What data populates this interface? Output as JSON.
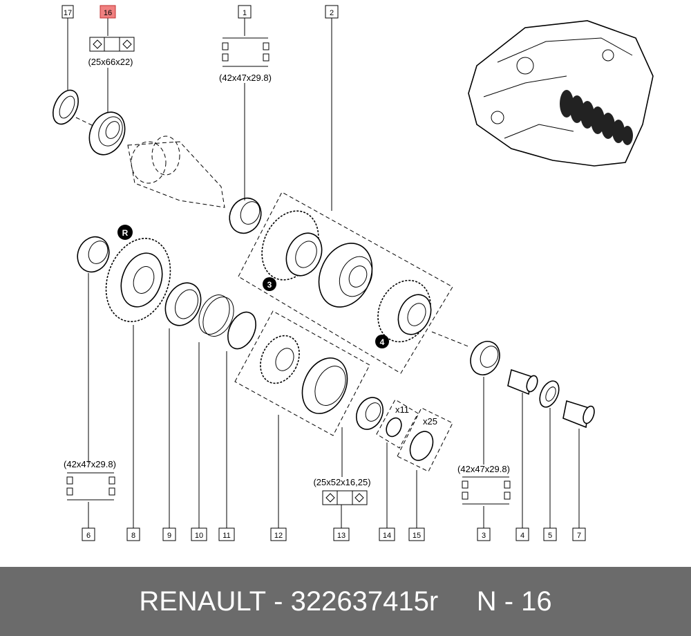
{
  "callouts": {
    "c1": "1",
    "c2": "2",
    "c3": "3",
    "c4": "4",
    "c5": "5",
    "c6": "6",
    "c7": "7",
    "c8": "8",
    "c9": "9",
    "c10": "10",
    "c11": "11",
    "c12": "12",
    "c13": "13",
    "c14": "14",
    "c15": "15",
    "c16": "16",
    "c17": "17"
  },
  "dimensions": {
    "d16": "(25x66x22)",
    "d1": "(42x47x29.8)",
    "d6": "(42x47x29.8)",
    "d13": "(25x52x16,25)",
    "d3": "(42x47x29.8)"
  },
  "quantities": {
    "q14": "x11",
    "q15": "x25"
  },
  "markers": {
    "r": "R",
    "m3": "3",
    "m4": "4"
  },
  "footer": {
    "brand": "RENAULT",
    "separator": " - ",
    "part_number": "322637415r",
    "gap": "     ",
    "ref": "N - 16"
  },
  "colors": {
    "highlight": "#f08080",
    "footer_bg": "#6b6b6b"
  }
}
